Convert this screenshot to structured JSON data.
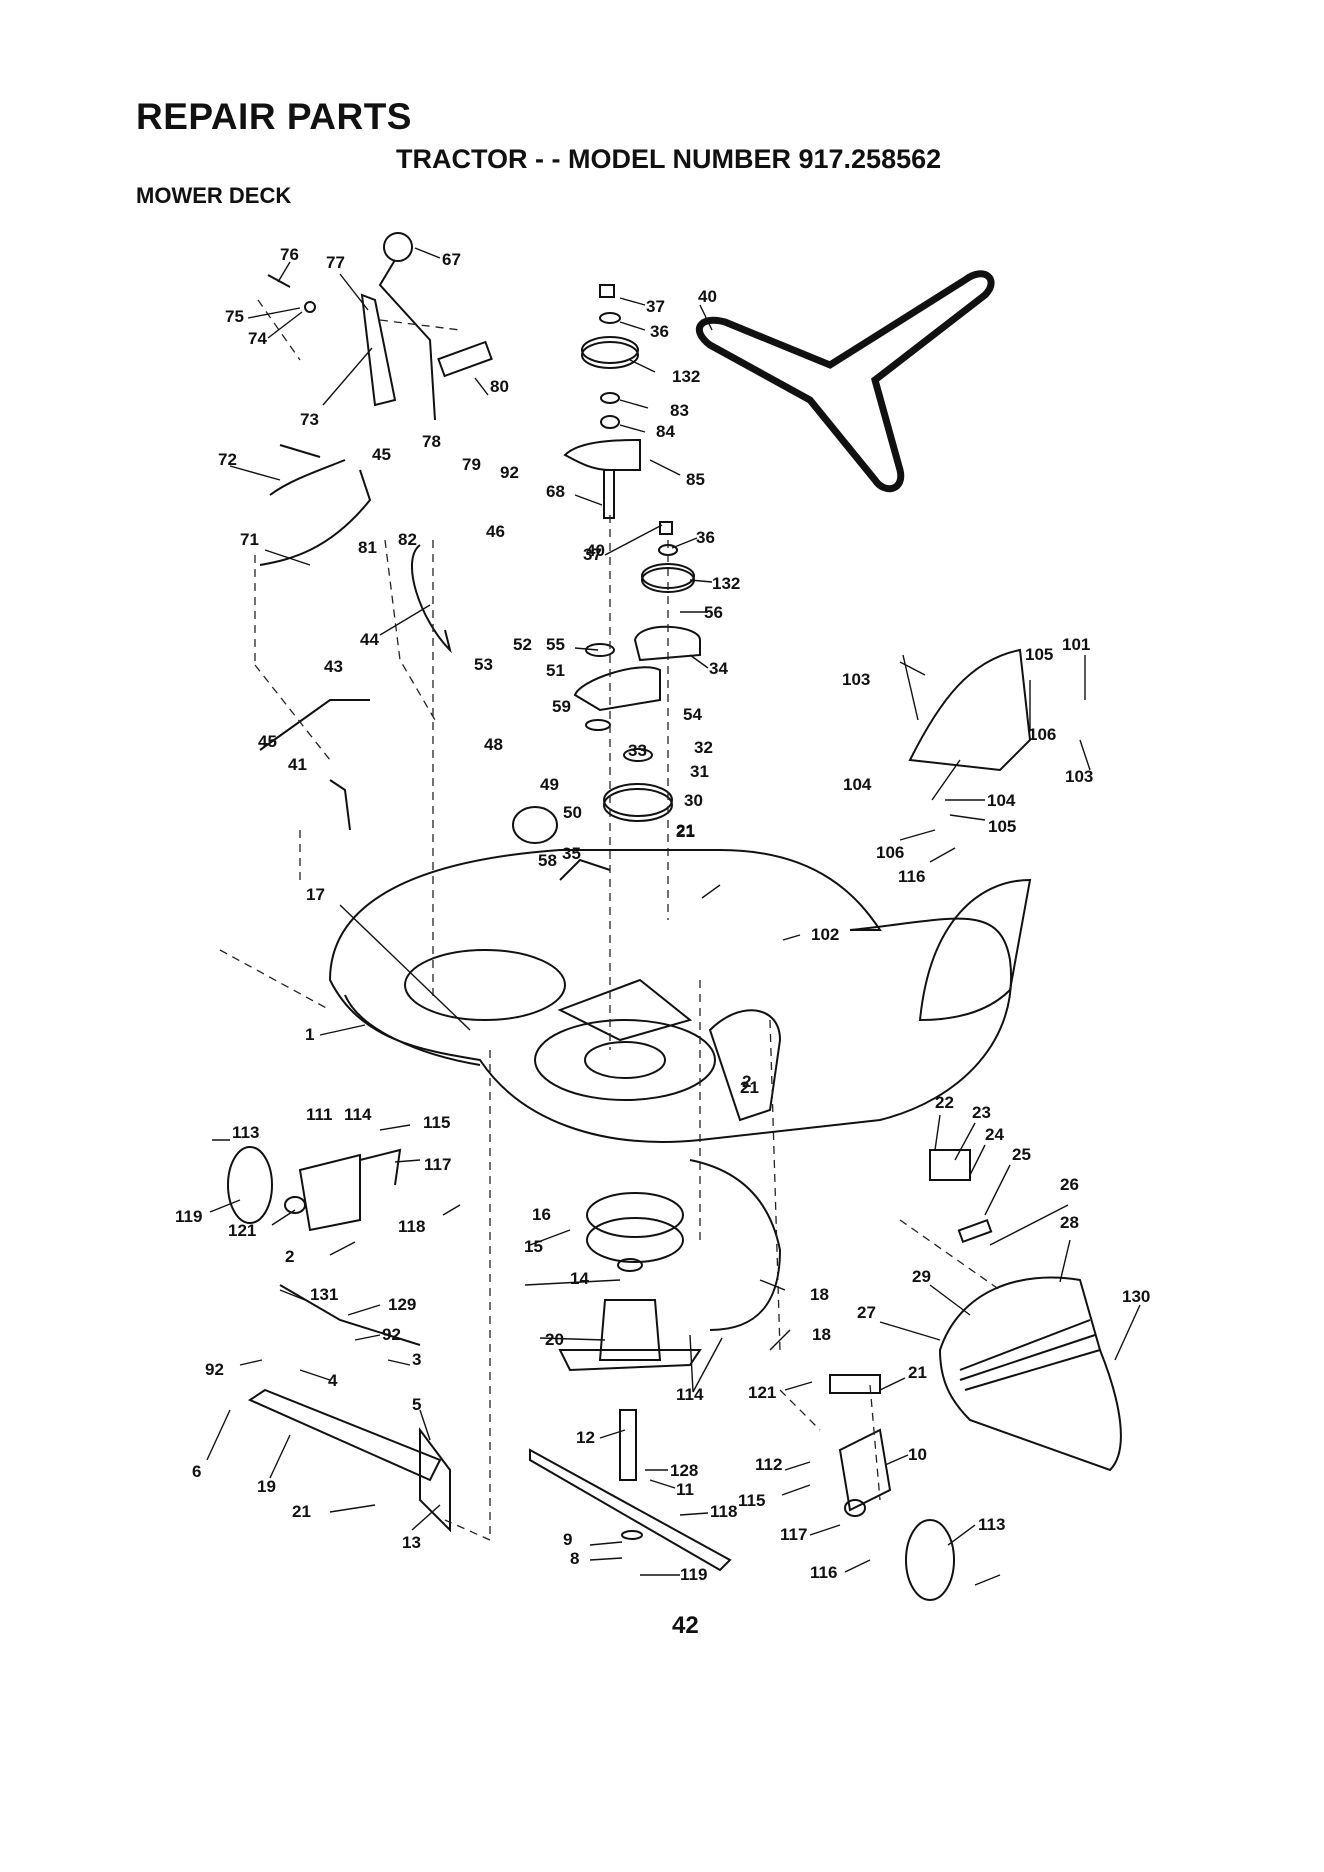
{
  "header": {
    "title": "REPAIR PARTS",
    "subtitle": "TRACTOR - - MODEL NUMBER 917.258562",
    "section": "MOWER DECK"
  },
  "page_number": "42",
  "callouts": [
    "76",
    "77",
    "67",
    "75",
    "74",
    "73",
    "78",
    "79",
    "80",
    "92",
    "72",
    "45",
    "82",
    "81",
    "46",
    "71",
    "44",
    "43",
    "45",
    "41",
    "53",
    "52",
    "48",
    "49",
    "50",
    "58",
    "35",
    "40",
    "37",
    "36",
    "132",
    "83",
    "84",
    "85",
    "68",
    "40",
    "37",
    "36",
    "132",
    "56",
    "55",
    "51",
    "59",
    "34",
    "54",
    "33",
    "32",
    "31",
    "30",
    "21",
    "21",
    "17",
    "1",
    "2",
    "21",
    "102",
    "103",
    "105",
    "101",
    "104",
    "106",
    "103",
    "104",
    "105",
    "106",
    "116",
    "113",
    "111",
    "114",
    "115",
    "117",
    "119",
    "121",
    "118",
    "2",
    "16",
    "15",
    "14",
    "20",
    "18",
    "18",
    "114",
    "121",
    "21",
    "22",
    "23",
    "24",
    "25",
    "26",
    "28",
    "29",
    "27",
    "130",
    "131",
    "129",
    "92",
    "92",
    "3",
    "4",
    "5",
    "6",
    "19",
    "21",
    "13",
    "12",
    "128",
    "11",
    "118",
    "115",
    "112",
    "10",
    "9",
    "8",
    "119",
    "117",
    "113",
    "116"
  ]
}
